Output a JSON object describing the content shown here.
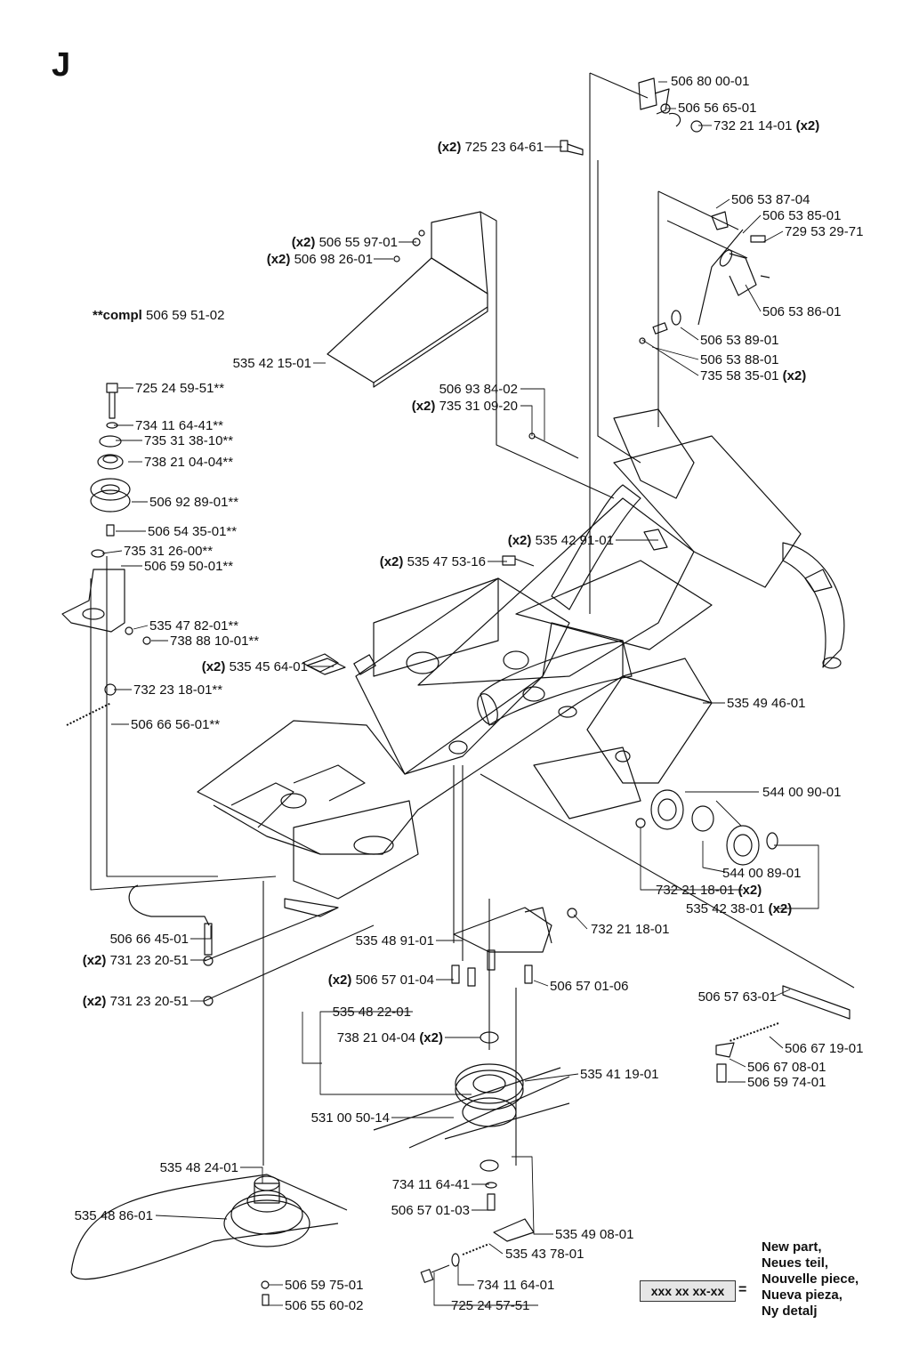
{
  "section": {
    "letter": "J"
  },
  "compl": {
    "prefix": "**compl",
    "part": "506 59 51-02"
  },
  "legend": {
    "sample": "xxx xx xx-xx",
    "equals": "=",
    "lines": [
      "New part,",
      "Neues teil,",
      "Nouvelle piece,",
      "Nueva pieza,",
      "Ny detalj"
    ]
  },
  "labels": [
    {
      "id": "p1",
      "qty": "",
      "part": "506 80 00-01",
      "suffix": ""
    },
    {
      "id": "p2",
      "qty": "",
      "part": "506 56 65-01",
      "suffix": ""
    },
    {
      "id": "p3",
      "qty": "",
      "part": "732 21 14-01",
      "suffix": "(x2)"
    },
    {
      "id": "p4",
      "qty": "(x2)",
      "part": "725 23 64-61",
      "suffix": ""
    },
    {
      "id": "p5",
      "qty": "",
      "part": "506 53 87-04",
      "suffix": ""
    },
    {
      "id": "p6",
      "qty": "",
      "part": "506 53 85-01",
      "suffix": ""
    },
    {
      "id": "p7",
      "qty": "",
      "part": "729 53 29-71",
      "suffix": ""
    },
    {
      "id": "p8",
      "qty": "(x2)",
      "part": "506 55 97-01",
      "suffix": ""
    },
    {
      "id": "p9",
      "qty": "(x2)",
      "part": "506 98 26-01",
      "suffix": ""
    },
    {
      "id": "p10",
      "qty": "",
      "part": "506 53 86-01",
      "suffix": ""
    },
    {
      "id": "p11",
      "qty": "",
      "part": "506 53 89-01",
      "suffix": ""
    },
    {
      "id": "p12",
      "qty": "",
      "part": "506 53 88-01",
      "suffix": ""
    },
    {
      "id": "p13",
      "qty": "",
      "part": "735 58 35-01",
      "suffix": "(x2)"
    },
    {
      "id": "p14",
      "qty": "",
      "part": "535 42 15-01",
      "suffix": ""
    },
    {
      "id": "p15",
      "qty": "",
      "part": "506 93 84-02",
      "suffix": ""
    },
    {
      "id": "p16",
      "qty": "(x2)",
      "part": "735 31 09-20",
      "suffix": ""
    },
    {
      "id": "p17",
      "qty": "",
      "part": "725 24 59-51**",
      "suffix": ""
    },
    {
      "id": "p18",
      "qty": "",
      "part": "734 11 64-41**",
      "suffix": ""
    },
    {
      "id": "p19",
      "qty": "",
      "part": "735 31 38-10**",
      "suffix": ""
    },
    {
      "id": "p20",
      "qty": "",
      "part": "738 21 04-04**",
      "suffix": ""
    },
    {
      "id": "p21",
      "qty": "",
      "part": "506 92 89-01**",
      "suffix": ""
    },
    {
      "id": "p22",
      "qty": "",
      "part": "506 54 35-01**",
      "suffix": ""
    },
    {
      "id": "p23",
      "qty": "",
      "part": "735 31 26-00**",
      "suffix": ""
    },
    {
      "id": "p24",
      "qty": "",
      "part": "506 59 50-01**",
      "suffix": ""
    },
    {
      "id": "p25",
      "qty": "(x2)",
      "part": "535 42 91-01",
      "suffix": ""
    },
    {
      "id": "p26",
      "qty": "(x2)",
      "part": "535 47 53-16",
      "suffix": ""
    },
    {
      "id": "p27",
      "qty": "",
      "part": "535 47 82-01**",
      "suffix": ""
    },
    {
      "id": "p28",
      "qty": "",
      "part": "738 88 10-01**",
      "suffix": ""
    },
    {
      "id": "p29",
      "qty": "(x2)",
      "part": "535 45 64-01",
      "suffix": ""
    },
    {
      "id": "p30",
      "qty": "",
      "part": "732 23 18-01**",
      "suffix": ""
    },
    {
      "id": "p31",
      "qty": "",
      "part": "535 49 46-01",
      "suffix": ""
    },
    {
      "id": "p32",
      "qty": "",
      "part": "506 66 56-01**",
      "suffix": ""
    },
    {
      "id": "p33",
      "qty": "",
      "part": "544 00 90-01",
      "suffix": ""
    },
    {
      "id": "p34",
      "qty": "",
      "part": "544 00 89-01",
      "suffix": ""
    },
    {
      "id": "p35",
      "qty": "",
      "part": "732 21 18-01",
      "suffix": "(x2)"
    },
    {
      "id": "p36",
      "qty": "",
      "part": "535 42 38-01",
      "suffix": "(x2)"
    },
    {
      "id": "p37",
      "qty": "",
      "part": "506 66 45-01",
      "suffix": ""
    },
    {
      "id": "p38",
      "qty": "",
      "part": "535 48 91-01",
      "suffix": ""
    },
    {
      "id": "p39",
      "qty": "",
      "part": "732 21 18-01",
      "suffix": ""
    },
    {
      "id": "p40",
      "qty": "(x2)",
      "part": "731 23 20-51",
      "suffix": ""
    },
    {
      "id": "p41",
      "qty": "(x2)",
      "part": "506 57 01-04",
      "suffix": ""
    },
    {
      "id": "p42",
      "qty": "",
      "part": "506 57 01-06",
      "suffix": ""
    },
    {
      "id": "p43",
      "qty": "",
      "part": "506 57 63-01",
      "suffix": ""
    },
    {
      "id": "p44",
      "qty": "(x2)",
      "part": "731 23 20-51",
      "suffix": ""
    },
    {
      "id": "p45",
      "qty": "",
      "part": "535 48 22-01",
      "suffix": ""
    },
    {
      "id": "p46",
      "qty": "",
      "part": "738 21 04-04",
      "suffix": "(x2)"
    },
    {
      "id": "p47",
      "qty": "",
      "part": "506 67 19-01",
      "suffix": ""
    },
    {
      "id": "p48",
      "qty": "",
      "part": "506 67 08-01",
      "suffix": ""
    },
    {
      "id": "p49",
      "qty": "",
      "part": "535 41 19-01",
      "suffix": ""
    },
    {
      "id": "p50",
      "qty": "",
      "part": "506 59 74-01",
      "suffix": ""
    },
    {
      "id": "p51",
      "qty": "",
      "part": "531 00 50-14",
      "suffix": ""
    },
    {
      "id": "p52",
      "qty": "",
      "part": "535 48 24-01",
      "suffix": ""
    },
    {
      "id": "p53",
      "qty": "",
      "part": "734 11 64-41",
      "suffix": ""
    },
    {
      "id": "p54",
      "qty": "",
      "part": "535 48 86-01",
      "suffix": ""
    },
    {
      "id": "p55",
      "qty": "",
      "part": "506 57 01-03",
      "suffix": ""
    },
    {
      "id": "p56",
      "qty": "",
      "part": "535 49 08-01",
      "suffix": ""
    },
    {
      "id": "p57",
      "qty": "",
      "part": "535 43 78-01",
      "suffix": ""
    },
    {
      "id": "p58",
      "qty": "",
      "part": "734 11 64-01",
      "suffix": ""
    },
    {
      "id": "p59",
      "qty": "",
      "part": "506 59 75-01",
      "suffix": ""
    },
    {
      "id": "p60",
      "qty": "",
      "part": "725 24 57-51",
      "suffix": ""
    },
    {
      "id": "p61",
      "qty": "",
      "part": "506 55 60-02",
      "suffix": ""
    }
  ]
}
